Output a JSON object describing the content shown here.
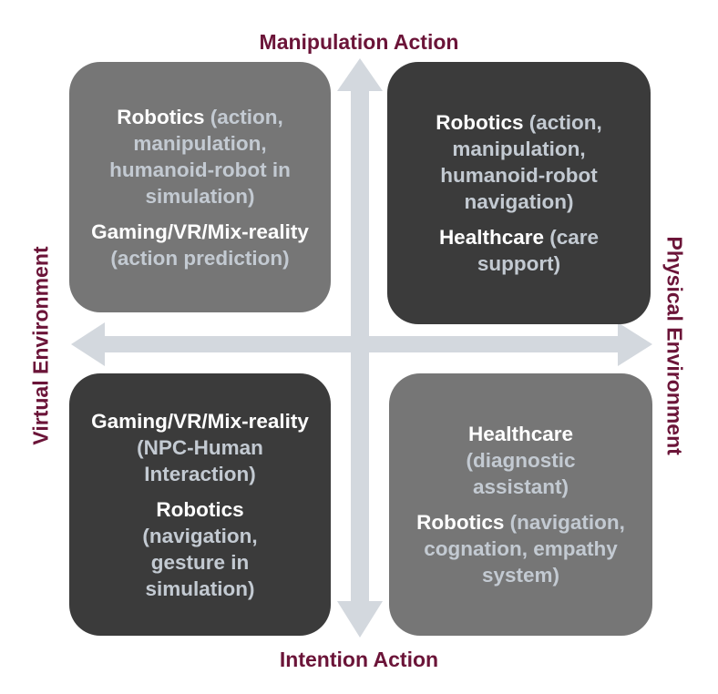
{
  "axes": {
    "top": "Manipulation Action",
    "bottom": "Intention Action",
    "left": "Virtual Environment",
    "right": "Physical Environment"
  },
  "colors": {
    "axis_label": "#6b1438",
    "arrow": "#d3d8de",
    "light_box": "#767676",
    "dark_box": "#3b3b3b",
    "head_text": "#ffffff",
    "detail_text": "#c3cad2"
  },
  "quadrants": {
    "top_left": [
      {
        "head": "Robotics",
        "detail": " (action, manipulation, humanoid-robot in simulation)"
      },
      {
        "head": "Gaming/VR/Mix-reality",
        "detail": "  (action prediction)"
      }
    ],
    "top_right": [
      {
        "head": "Robotics",
        "detail": " (action, manipulation, humanoid-robot navigation)"
      },
      {
        "head": "Healthcare",
        "detail": " (care support)"
      }
    ],
    "bottom_left": [
      {
        "head": "Gaming/VR/Mix-reality",
        "detail": " (NPC-Human Interaction)"
      },
      {
        "head": "Robotics",
        "detail": " (navigation, gesture in simulation)"
      }
    ],
    "bottom_right": [
      {
        "head": "Healthcare",
        "detail": " (diagnostic assistant)"
      },
      {
        "head": "Robotics",
        "detail": " (navigation, cognation, empathy system)"
      }
    ]
  }
}
